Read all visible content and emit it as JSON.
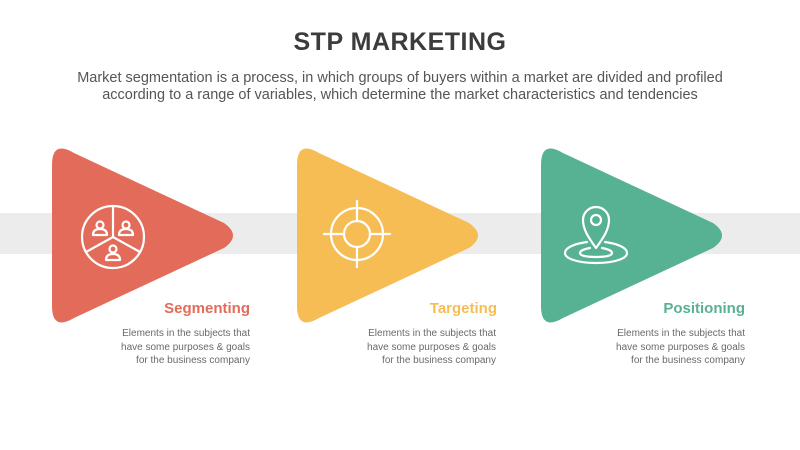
{
  "title": "STP MARKETING",
  "subtitle": {
    "line1": "Market segmentation is a process, in which groups of buyers within a market are divided and profiled",
    "line2": "according to a range of variables, which determine the market characteristics and tendencies"
  },
  "steps": [
    {
      "title": "Segmenting",
      "color": "#e36b5a",
      "icon": "pie-users-icon",
      "desc": [
        "Elements in the subjects that",
        "have  some purposes & goals",
        "for the  business company"
      ]
    },
    {
      "title": "Targeting",
      "color": "#f7bd55",
      "icon": "crosshair-target-icon",
      "desc": [
        "Elements in the subjects that",
        "have  some purposes & goals",
        "for the  business company"
      ]
    },
    {
      "title": "Positioning",
      "color": "#57b193",
      "icon": "location-pin-icon",
      "desc": [
        "Elements in the subjects that",
        "have  some purposes & goals",
        "for the  business company"
      ]
    }
  ]
}
